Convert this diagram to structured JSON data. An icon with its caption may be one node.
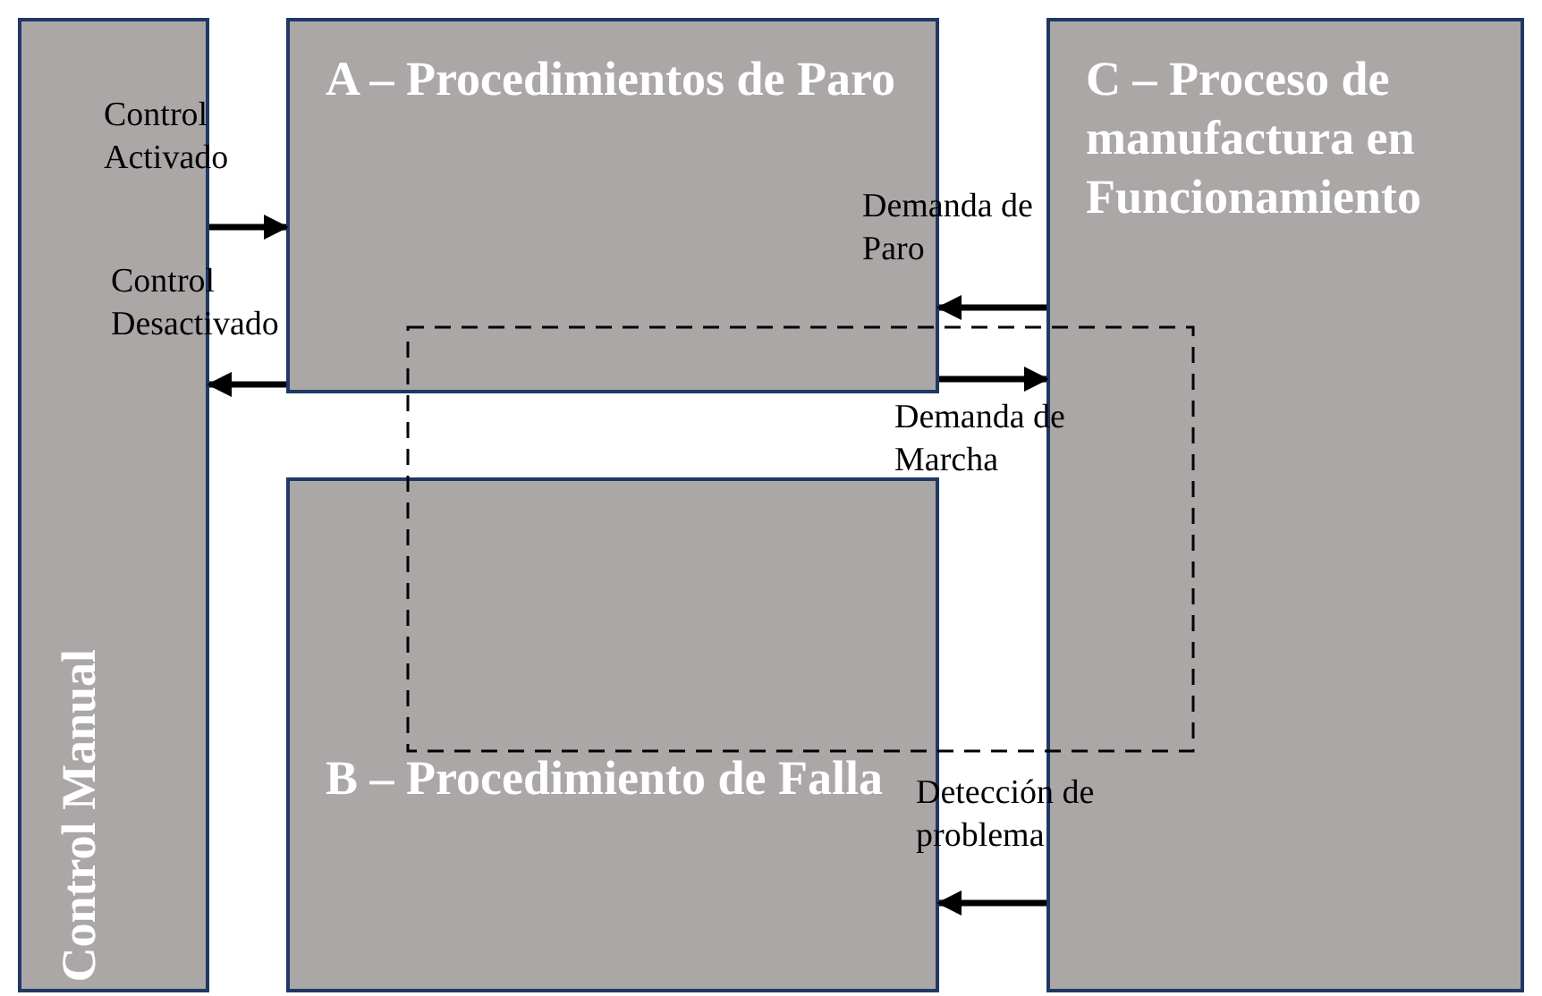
{
  "diagram": {
    "nodes": [
      {
        "text": [
          "Control Manual"
        ]
      },
      {
        "text": [
          "A – Procedimientos de Paro"
        ]
      },
      {
        "text": [
          "C – Proceso de manufactura en Funcionamiento"
        ]
      },
      {
        "text": [
          "B – Procedimiento de Falla"
        ]
      }
    ],
    "edges": [
      {
        "from": 0,
        "to": 1,
        "arrow": "to",
        "label": "Control Activado"
      },
      {
        "from": 1,
        "to": 0,
        "arrow": "to",
        "label": "Control Desactivado"
      },
      {
        "from": 2,
        "to": 1,
        "arrow": "to",
        "label": "Demanda de Paro"
      },
      {
        "from": 1,
        "to": 2,
        "arrow": "to",
        "label": "Demanda de Marcha"
      },
      {
        "from": 2,
        "to": 3,
        "arrow": "to",
        "label": "Detección de problema"
      }
    ]
  }
}
